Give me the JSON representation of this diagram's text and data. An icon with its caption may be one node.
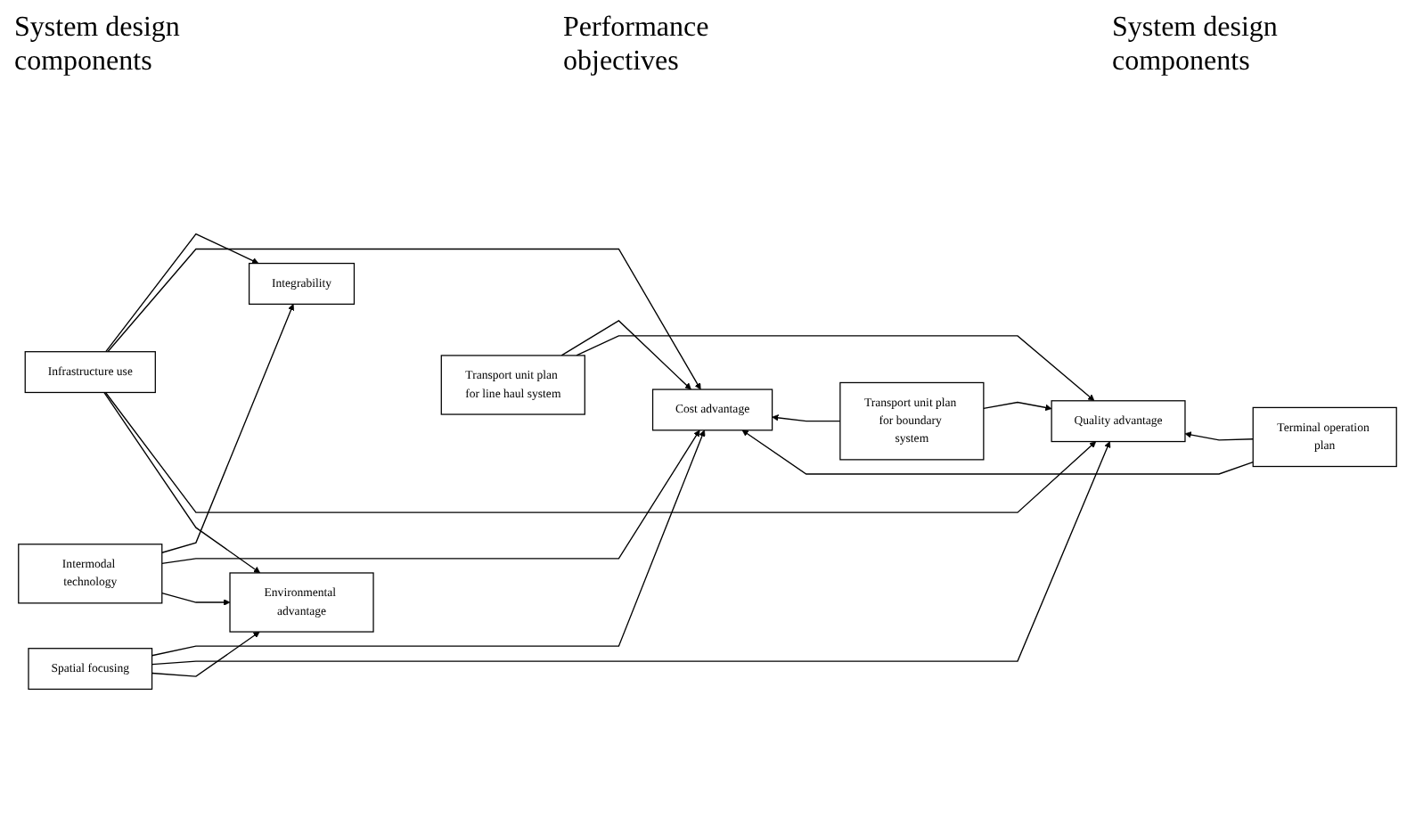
{
  "diagram": {
    "nodes": [
      {
        "text": [
          "Intermodal technology"
        ]
      },
      {
        "text": [
          "Infrastructure use"
        ]
      },
      {
        "text": [
          "Spatial focusing"
        ]
      },
      {
        "text": [
          "Integrability"
        ]
      },
      {
        "text": [
          "Cost advantage"
        ]
      },
      {
        "text": [
          "Quality advantage"
        ]
      },
      {
        "text": [
          "Environmental advantage"
        ]
      },
      {
        "text": [
          "Transport unit plan for line haul system"
        ]
      },
      {
        "text": [
          "Transport unit plan for boundary system"
        ]
      },
      {
        "text": [
          "Terminal operation plan"
        ]
      }
    ],
    "edges": [
      {
        "from": 0,
        "to": 3,
        "arrow": "to"
      },
      {
        "from": 0,
        "to": 4,
        "arrow": "to"
      },
      {
        "from": 0,
        "to": 6,
        "arrow": "to"
      },
      {
        "from": 1,
        "to": 3,
        "arrow": "to"
      },
      {
        "from": 1,
        "to": 4,
        "arrow": "to"
      },
      {
        "from": 1,
        "to": 5,
        "arrow": "to"
      },
      {
        "from": 1,
        "to": 6,
        "arrow": "to"
      },
      {
        "from": 2,
        "to": 4,
        "arrow": "to"
      },
      {
        "from": 2,
        "to": 5,
        "arrow": "to"
      },
      {
        "from": 2,
        "to": 6,
        "arrow": "to"
      },
      {
        "from": 7,
        "to": 4,
        "arrow": "to"
      },
      {
        "from": 7,
        "to": 5,
        "arrow": "to"
      },
      {
        "from": 8,
        "to": 4,
        "arrow": "to"
      },
      {
        "from": 8,
        "to": 5,
        "arrow": "to"
      },
      {
        "from": 9,
        "to": 4,
        "arrow": "to"
      },
      {
        "from": 9,
        "to": 5,
        "arrow": "to"
      }
    ],
    "labels": [
      "System design components",
      "Performance objectives",
      "System design components"
    ]
  }
}
